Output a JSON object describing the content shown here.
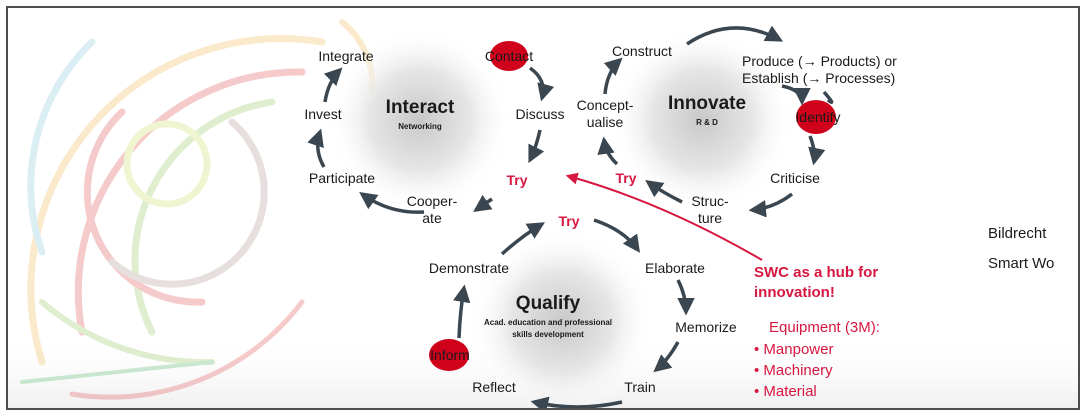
{
  "hubs": [
    {
      "title": "Interact",
      "subtitle": "Networking"
    },
    {
      "title": "Innovate",
      "subtitle": "R & D"
    },
    {
      "title": "Qualify",
      "subtitle_line1": "Acad. education and professional",
      "subtitle_line2": "skills development"
    }
  ],
  "interact_cycle": {
    "contact": "Contact",
    "discuss": "Discuss",
    "integrate": "Integrate",
    "invest": "Invest",
    "participate": "Participate",
    "cooperate_line1": "Cooper-",
    "cooperate_line2": "ate",
    "try": "Try"
  },
  "innovate_cycle": {
    "construct": "Construct",
    "produce_line1": "Produce (→ Products) or",
    "produce_line2": "Establish (→ Processes)",
    "identify": "Identify",
    "criticise": "Criticise",
    "structure_line1": "Struc-",
    "structure_line2": "ture",
    "conceptualise_line1": "Concept-",
    "conceptualise_line2": "ualise",
    "try": "Try"
  },
  "qualify_cycle": {
    "try": "Try",
    "elaborate": "Elaborate",
    "memorize": "Memorize",
    "train": "Train",
    "reflect": "Reflect",
    "inform": "Inform",
    "demonstrate": "Demonstrate"
  },
  "hub_note": {
    "line1": "SWC as a hub for",
    "line2": "innovation!",
    "equipment": "Equipment (3M):",
    "items": [
      "• Manpower",
      "• Machinery",
      "• Material"
    ]
  },
  "credit": {
    "line1": "Bildrecht",
    "line2": "Smart Wo"
  },
  "colors": {
    "accent_red": "#d6173f",
    "marker_red": "#d0021b",
    "arrow_dark": "#3a4650",
    "text_dark": "#1a1a1a"
  }
}
